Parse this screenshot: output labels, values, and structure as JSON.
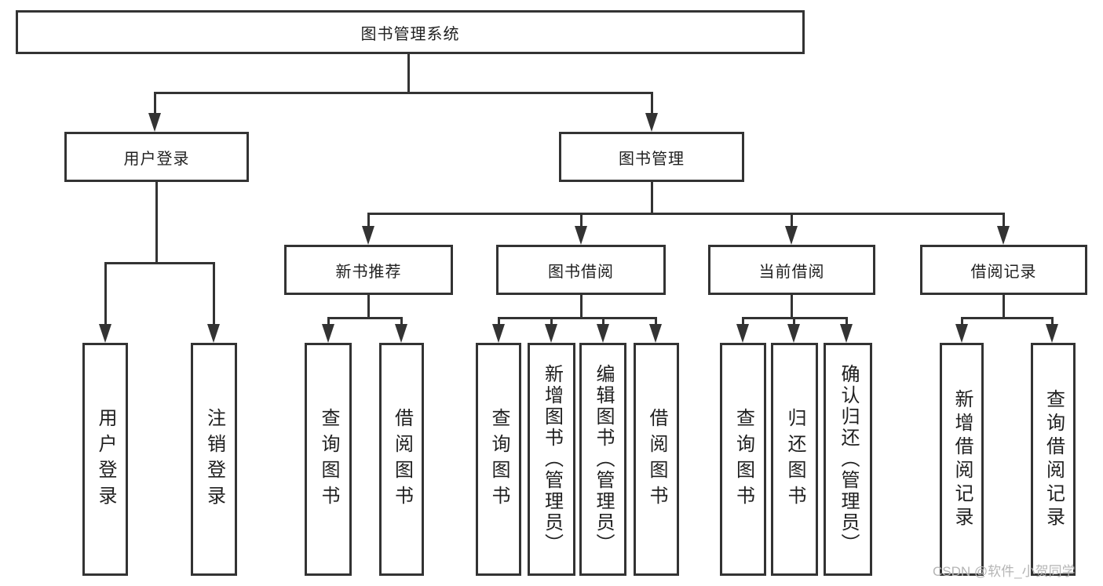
{
  "diagram": {
    "root": "图书管理系统",
    "login_branch": {
      "label": "用户登录",
      "leaves": [
        "用户登录",
        "注销登录"
      ]
    },
    "management_branch": {
      "label": "图书管理",
      "groups": [
        {
          "label": "新书推荐",
          "leaves": [
            "查询图书",
            "借阅图书"
          ]
        },
        {
          "label": "图书借阅",
          "leaves": [
            "查询图书",
            "新增图书（管理员）",
            "编辑图书（管理员）",
            "借阅图书"
          ]
        },
        {
          "label": "当前借阅",
          "leaves": [
            "查询图书",
            "归还图书",
            "确认归还（管理员）"
          ]
        },
        {
          "label": "借阅记录",
          "leaves": [
            "新增借阅记录",
            "查询借阅记录"
          ]
        }
      ]
    }
  },
  "watermark": "CSDN @软件_小贺同学",
  "colors": {
    "box_border": "#333333",
    "connector": "#333333",
    "text": "#1f1f1f",
    "background": "#ffffff",
    "watermark_text": "#b5b5b5"
  }
}
